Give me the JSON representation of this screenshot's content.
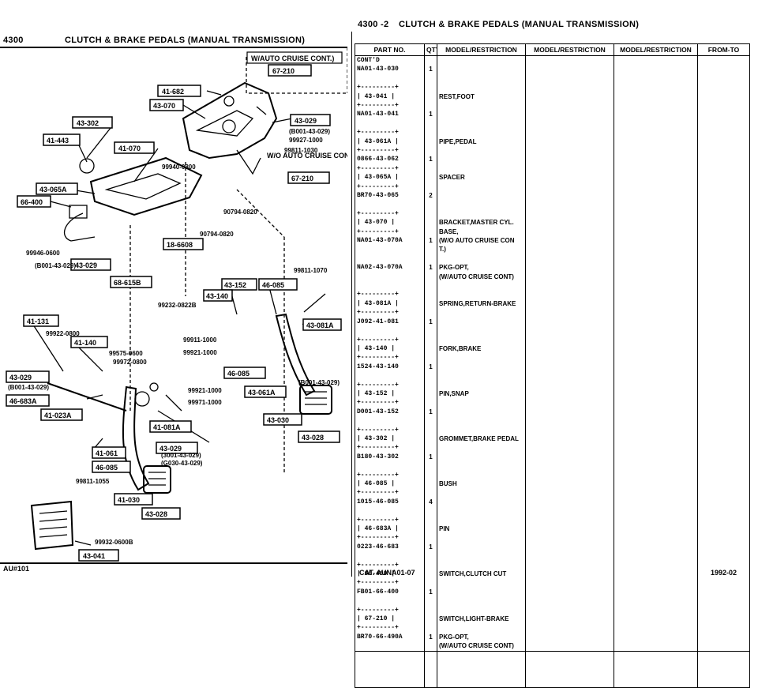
{
  "header": {
    "left_page": "4300",
    "left_title": "CLUTCH & BRAKE PEDALS (MANUAL TRANSMISSION)",
    "right_page": "4300 -2",
    "right_title": "CLUTCH & BRAKE PEDALS (MANUAL TRANSMISSION)"
  },
  "diagram": {
    "callouts": [
      "W/AUTO CRUISE CONT.)",
      "67-210",
      "41-682",
      "43-070",
      "43-029",
      "43-302",
      "41-443",
      "41-070",
      "43-065A",
      "66-400",
      "18-6608",
      "43-029",
      "68-615B",
      "43-152",
      "46-085",
      "43-140",
      "41-131",
      "41-140",
      "43-081A",
      "43-029",
      "46-683A",
      "46-085",
      "41-023A",
      "43-061A",
      "43-030",
      "41-081A",
      "43-028",
      "43-029",
      "41-061",
      "46-085",
      "41-030",
      "43-028",
      "43-041",
      "W/O AUTO CRUISE CONT.)",
      "67-210"
    ],
    "part_numbers": [
      "(B001-43-029)",
      "99927-1000",
      "99811-1030",
      "99940-0800",
      "90794-0820",
      "90794-0820",
      "99946-0600",
      "(B001-43-029)",
      "99811-1070",
      "99232-0822B",
      "99922-0800",
      "99575-0600",
      "99972-0800",
      "99911-1000",
      "99921-1000",
      "(B001-43-029)",
      "(B001-43-029)",
      "99921-1000",
      "99971-1000",
      "(3001-43-029)",
      "(G030-43-029)",
      "99811-1055",
      "99932-0600B"
    ]
  },
  "table": {
    "headers": [
      "PART NO.",
      "QTY",
      "MODEL/RESTRICTION",
      "MODEL/RESTRICTION",
      "MODEL/RESTRICTION",
      "FROM-TO"
    ],
    "rows": [
      {
        "a": "CONT'D",
        "b": "",
        "c": ""
      },
      {
        "a": "NA01-43-030",
        "b": "1",
        "c": ""
      },
      {
        "a": "",
        "b": "",
        "c": ""
      },
      {
        "a": "+---------+",
        "b": "",
        "c": ""
      },
      {
        "a": "| 43-041  |",
        "b": "",
        "c": "REST,FOOT"
      },
      {
        "a": "+---------+",
        "b": "",
        "c": ""
      },
      {
        "a": "NA01-43-041",
        "b": "1",
        "c": ""
      },
      {
        "a": "",
        "b": "",
        "c": ""
      },
      {
        "a": "+---------+",
        "b": "",
        "c": ""
      },
      {
        "a": "| 43-061A |",
        "b": "",
        "c": "PIPE,PEDAL"
      },
      {
        "a": "+---------+",
        "b": "",
        "c": ""
      },
      {
        "a": "0866-43-062",
        "b": "1",
        "c": ""
      },
      {
        "a": "+---------+",
        "b": "",
        "c": ""
      },
      {
        "a": "| 43-065A |",
        "b": "",
        "c": "SPACER"
      },
      {
        "a": "+---------+",
        "b": "",
        "c": ""
      },
      {
        "a": "BR70-43-065",
        "b": "2",
        "c": ""
      },
      {
        "a": "",
        "b": "",
        "c": ""
      },
      {
        "a": "+---------+",
        "b": "",
        "c": ""
      },
      {
        "a": "| 43-070  |",
        "b": "",
        "c": "BRACKET,MASTER CYL."
      },
      {
        "a": "+---------+",
        "b": "",
        "c": "BASE,"
      },
      {
        "a": "NA01-43-070A",
        "b": "1",
        "c": "(W/O AUTO CRUISE CON"
      },
      {
        "a": "",
        "b": "",
        "c": "T.)"
      },
      {
        "a": "",
        "b": "",
        "c": ""
      },
      {
        "a": "NA02-43-070A",
        "b": "1",
        "c": "PKG-OPT,"
      },
      {
        "a": "",
        "b": "",
        "c": "(W/AUTO CRUISE CONT)"
      },
      {
        "a": "",
        "b": "",
        "c": ""
      },
      {
        "a": "+---------+",
        "b": "",
        "c": ""
      },
      {
        "a": "| 43-081A |",
        "b": "",
        "c": "SPRING,RETURN-BRAKE"
      },
      {
        "a": "+---------+",
        "b": "",
        "c": ""
      },
      {
        "a": "J092-41-081",
        "b": "1",
        "c": ""
      },
      {
        "a": "",
        "b": "",
        "c": ""
      },
      {
        "a": "+---------+",
        "b": "",
        "c": ""
      },
      {
        "a": "| 43-140  |",
        "b": "",
        "c": "FORK,BRAKE"
      },
      {
        "a": "+---------+",
        "b": "",
        "c": ""
      },
      {
        "a": "1524-43-140",
        "b": "1",
        "c": ""
      },
      {
        "a": "",
        "b": "",
        "c": ""
      },
      {
        "a": "+---------+",
        "b": "",
        "c": ""
      },
      {
        "a": "| 43-152  |",
        "b": "",
        "c": "PIN,SNAP"
      },
      {
        "a": "+---------+",
        "b": "",
        "c": ""
      },
      {
        "a": "D001-43-152",
        "b": "1",
        "c": ""
      },
      {
        "a": "",
        "b": "",
        "c": ""
      },
      {
        "a": "+---------+",
        "b": "",
        "c": ""
      },
      {
        "a": "| 43-302  |",
        "b": "",
        "c": "GROMMET,BRAKE PEDAL"
      },
      {
        "a": "+---------+",
        "b": "",
        "c": ""
      },
      {
        "a": "B180-43-302",
        "b": "1",
        "c": ""
      },
      {
        "a": "",
        "b": "",
        "c": ""
      },
      {
        "a": "+---------+",
        "b": "",
        "c": ""
      },
      {
        "a": "| 46-085  |",
        "b": "",
        "c": "BUSH"
      },
      {
        "a": "+---------+",
        "b": "",
        "c": ""
      },
      {
        "a": "1015-46-085",
        "b": "4",
        "c": ""
      },
      {
        "a": "",
        "b": "",
        "c": ""
      },
      {
        "a": "+---------+",
        "b": "",
        "c": ""
      },
      {
        "a": "| 46-683A |",
        "b": "",
        "c": "PIN"
      },
      {
        "a": "+---------+",
        "b": "",
        "c": ""
      },
      {
        "a": "0223-46-683",
        "b": "1",
        "c": ""
      },
      {
        "a": "",
        "b": "",
        "c": ""
      },
      {
        "a": "+---------+",
        "b": "",
        "c": ""
      },
      {
        "a": "| 66-400  |",
        "b": "",
        "c": "SWITCH,CLUTCH CUT"
      },
      {
        "a": "+---------+",
        "b": "",
        "c": ""
      },
      {
        "a": "FB01-66-400",
        "b": "1",
        "c": ""
      },
      {
        "a": "",
        "b": "",
        "c": ""
      },
      {
        "a": "+---------+",
        "b": "",
        "c": ""
      },
      {
        "a": "| 67-210  |",
        "b": "",
        "c": "SWITCH,LIGHT-BRAKE"
      },
      {
        "a": "+---------+",
        "b": "",
        "c": ""
      },
      {
        "a": "BR70-66-490A",
        "b": "1",
        "c": "PKG-OPT,"
      },
      {
        "a": "",
        "b": "",
        "c": "(W/AUTO CRUISE CONT)"
      }
    ]
  },
  "footer": {
    "left": "AU#101",
    "right_cat": "CAT. AUNA01-07",
    "right_date": "1992-02"
  }
}
